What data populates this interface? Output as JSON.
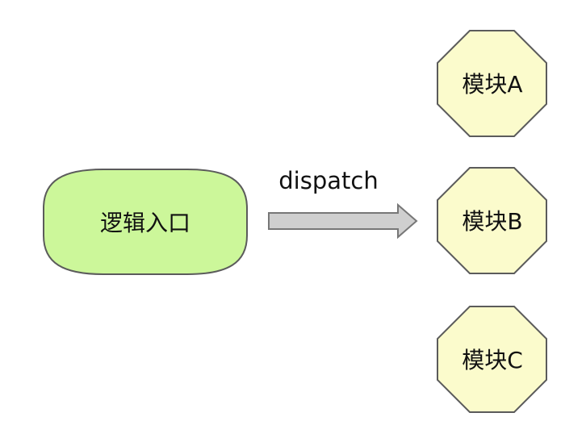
{
  "diagram": {
    "entry": {
      "label": "逻辑入口",
      "fill": "#ccf79a",
      "stroke": "#5b5b5b"
    },
    "edge": {
      "label": "dispatch",
      "fill": "#cfcfcf",
      "stroke": "#777777"
    },
    "modules": [
      {
        "label": "模块A",
        "fill": "#fbfbcc",
        "stroke": "#5b5b5b"
      },
      {
        "label": "模块B",
        "fill": "#fbfbcc",
        "stroke": "#5b5b5b"
      },
      {
        "label": "模块C",
        "fill": "#fbfbcc",
        "stroke": "#5b5b5b"
      }
    ]
  }
}
